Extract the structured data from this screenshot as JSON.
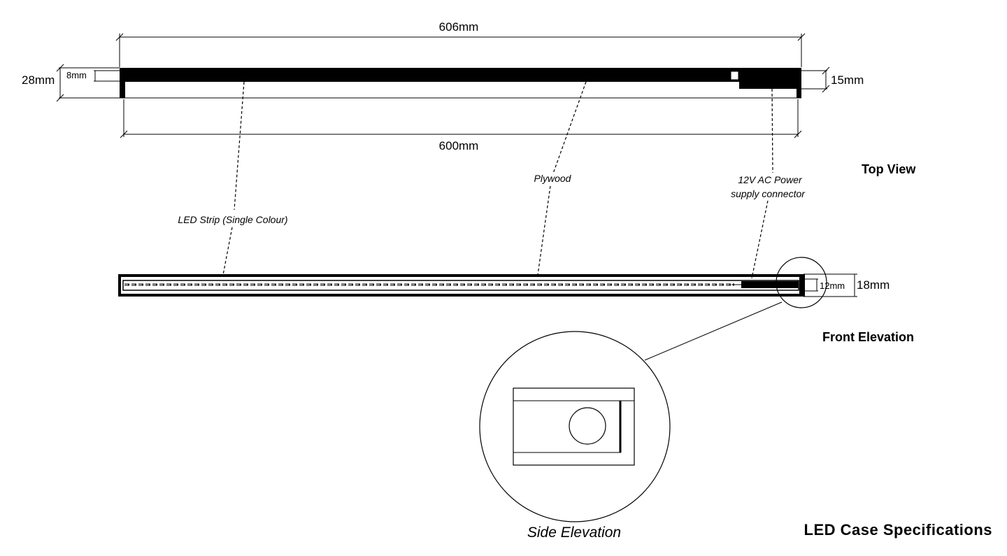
{
  "dimensions": {
    "top_overall": "606mm",
    "top_inner": "600mm",
    "top_height": "28mm",
    "top_plywood": "8mm",
    "top_connector": "15mm",
    "front_inner": "12mm",
    "front_height": "18mm"
  },
  "callouts": {
    "led_strip": "LED Strip (Single Colour)",
    "plywood": "Plywood",
    "power_line1": "12V AC Power",
    "power_line2": "supply connector"
  },
  "views": {
    "top": "Top View",
    "front": "Front Elevation",
    "side": "Side Elevation"
  },
  "title": "LED Case Specifications"
}
